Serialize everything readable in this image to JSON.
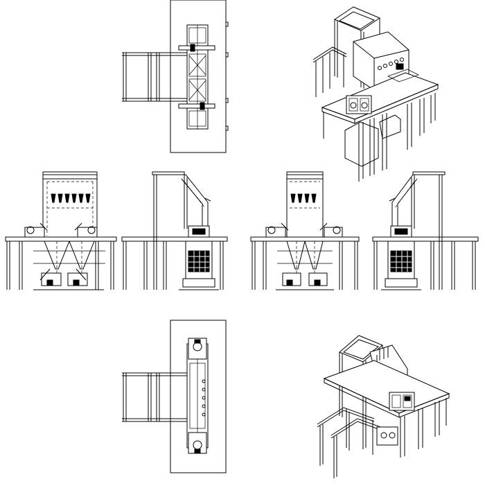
{
  "drawing": {
    "ink_color": "#000000",
    "background_color": "#ffffff",
    "views": [
      "top-view-upper",
      "isometric-view-upper",
      "front-view-left",
      "side-view-left",
      "front-view-right",
      "side-view-right",
      "top-view-lower",
      "isometric-view-lower"
    ]
  }
}
